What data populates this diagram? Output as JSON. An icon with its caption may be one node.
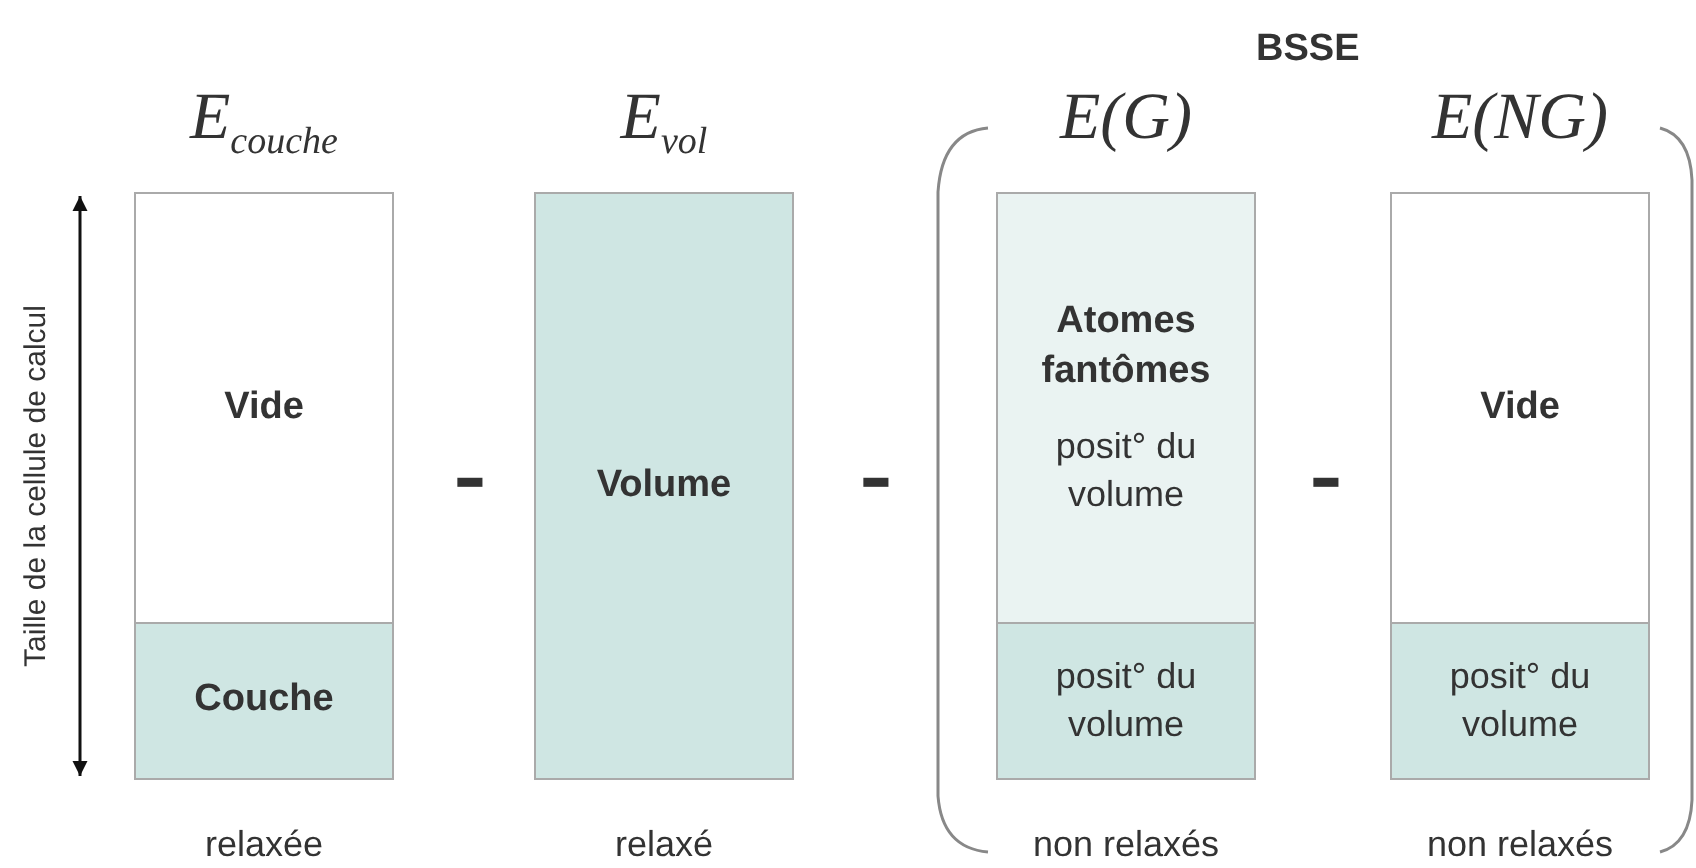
{
  "diagram": {
    "nodes": [
      {
        "text": [
          "E$_{couche}$"
        ],
        "beside": [
          "relaxée"
        ]
      },
      {
        "text": [
          "Vide"
        ],
        "in": 0
      },
      {
        "text": [
          "Couche"
        ],
        "in": 0
      },
      {
        "text": [
          "E$_{vol}$"
        ],
        "beside": [
          "relaxé"
        ]
      },
      {
        "text": [
          "Volume"
        ],
        "in": 3
      },
      {
        "text": [
          "E(G)"
        ],
        "beside": [
          "non relaxés"
        ]
      },
      {
        "text": [
          "Atomes fantômes",
          "posit° du volume"
        ],
        "in": 5
      },
      {
        "text": [
          "posit° du volume"
        ],
        "in": 5
      },
      {
        "text": [
          "E(NG)"
        ],
        "beside": [
          "non relaxés"
        ]
      },
      {
        "text": [
          "Vide"
        ],
        "in": 8
      },
      {
        "text": [
          "posit° du volume"
        ],
        "in": 8
      }
    ],
    "edges": [],
    "labels": [
      "BSSE",
      "Taille de la cellule de calcul",
      "-",
      "-",
      "-"
    ]
  }
}
